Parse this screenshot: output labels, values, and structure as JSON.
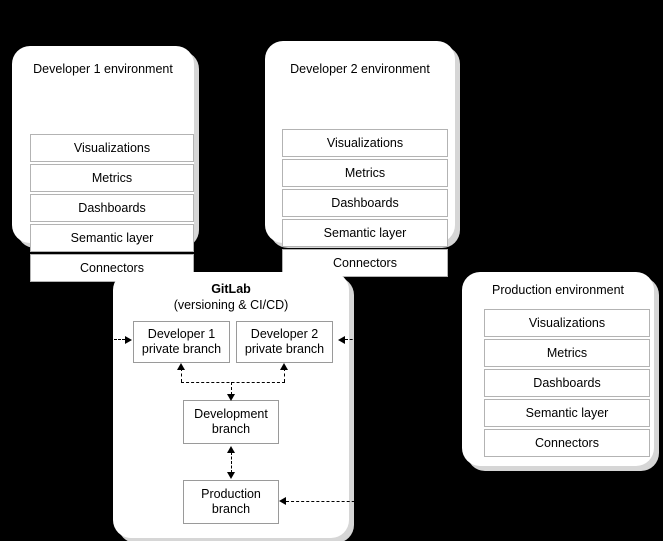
{
  "diagram": {
    "type": "architecture-flow",
    "background_color": "#000000",
    "panel_color": "#ffffff",
    "shadow_color": "#d6d6d6",
    "box_border_color": "#b3b3b3",
    "connector_color": "#000000",
    "stack_items": [
      "Visualizations",
      "Metrics",
      "Dashboards",
      "Semantic layer",
      "Connectors"
    ],
    "panels": [
      {
        "id": "developer-1-environment",
        "title": "Developer 1 environment"
      },
      {
        "id": "developer-2-environment",
        "title": "Developer 2 environment"
      },
      {
        "id": "production-environment",
        "title": "Production environment"
      }
    ],
    "gitlab": {
      "title": "GitLab",
      "subtitle": "(versioning & CI/CD)",
      "branches": {
        "dev1_line1": "Developer 1",
        "dev1_line2": "private branch",
        "dev2_line1": "Developer 2",
        "dev2_line2": "private branch",
        "development_line1": "Development",
        "development_line2": "branch",
        "production_line1": "Production",
        "production_line2": "branch"
      }
    },
    "connectors": [
      {
        "id": "dev1-env-to-dev1-branch",
        "style": "dashed",
        "direction": "right"
      },
      {
        "id": "dev2-env-to-dev2-branch",
        "style": "dashed",
        "direction": "left"
      },
      {
        "id": "dev-branches-to-development-branch",
        "style": "dashed",
        "direction": "bidirectional-bus"
      },
      {
        "id": "development-branch-to-production-branch",
        "style": "dashed",
        "direction": "bidirectional"
      },
      {
        "id": "production-env-to-production-branch",
        "style": "dashed",
        "direction": "left"
      }
    ]
  }
}
